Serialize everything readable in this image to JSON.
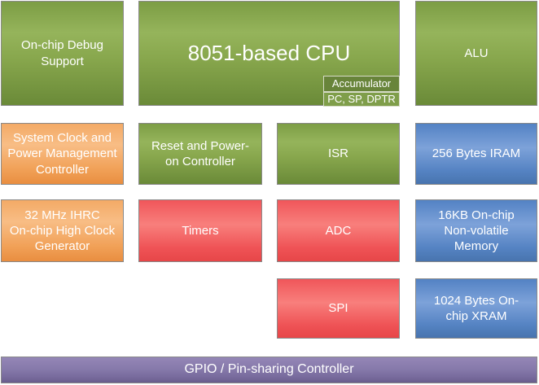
{
  "colors": {
    "green": "#8BAA4F",
    "orange": "#F0A460",
    "red": "#F25A5C",
    "blue": "#5B87C5",
    "purple": "#8274A6",
    "block_border": "#8A8A8A",
    "subbox_border": "#D6DBC7",
    "subbox_accumulator_fill": "#68843A",
    "subbox_registers_fill": "#7F9E4A",
    "text": "#FFFFFF",
    "background": "#FFFFFF"
  },
  "blocks": {
    "debug": {
      "label": "On-chip Debug\nSupport"
    },
    "cpu": {
      "label": "8051-based CPU"
    },
    "accumulator": {
      "label": "Accumulator"
    },
    "registers": {
      "label": "PC, SP, DPTR"
    },
    "alu": {
      "label": "ALU"
    },
    "clock_pm": {
      "label": "System Clock and\nPower Management\nController"
    },
    "reset": {
      "label": "Reset and Power-\non Controller"
    },
    "isr": {
      "label": "ISR"
    },
    "iram": {
      "label": "256 Bytes IRAM"
    },
    "ihrc": {
      "label": "32 MHz IHRC\nOn-chip High Clock\nGenerator"
    },
    "timers": {
      "label": "Timers"
    },
    "adc": {
      "label": "ADC"
    },
    "nvm": {
      "label": "16KB On-chip\nNon-volatile\nMemory"
    },
    "spi": {
      "label": "SPI"
    },
    "xram": {
      "label": "1024 Bytes On-\nchip XRAM"
    },
    "gpio": {
      "label": "GPIO / Pin-sharing Controller"
    }
  }
}
